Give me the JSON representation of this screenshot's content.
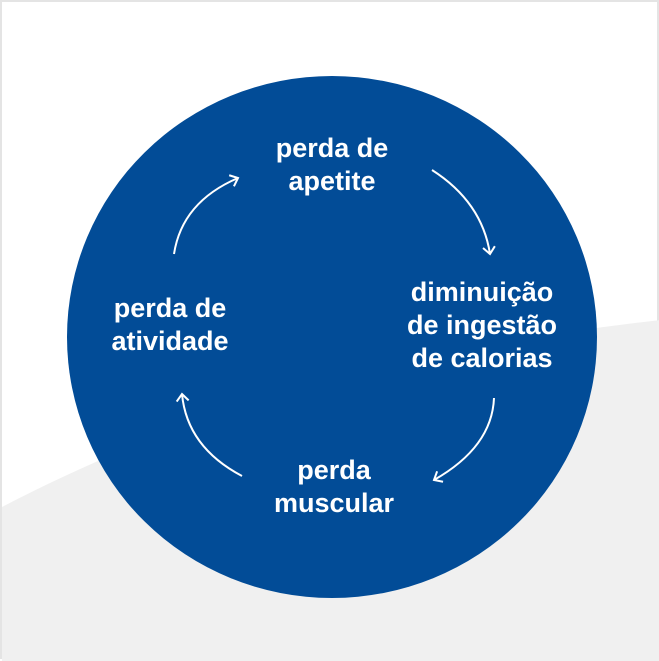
{
  "colors": {
    "circle": "#024c97",
    "background": "#ffffff",
    "wave": "#f0f0f0",
    "text": "#ffffff"
  },
  "nodes": [
    {
      "lines": [
        "perda de",
        "apetite"
      ]
    },
    {
      "lines": [
        "diminuição",
        "de ingestão",
        "de calorias"
      ]
    },
    {
      "lines": [
        "perda",
        "muscular"
      ]
    },
    {
      "lines": [
        "perda de",
        "atividade"
      ]
    }
  ]
}
